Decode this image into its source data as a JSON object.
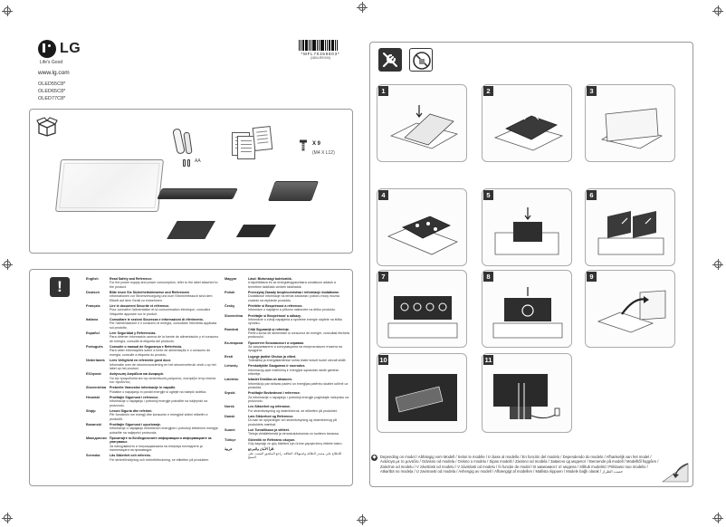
{
  "brand": {
    "name": "LG",
    "tagline": "Life's Good",
    "website": "www.lg.com"
  },
  "models": [
    "OLED55C8*",
    "OLED65C8*",
    "OLED77C8*"
  ],
  "barcode": {
    "number": "*MFL70359803*",
    "sub": "(1804-REV00)"
  },
  "contents": {
    "screw_count": "X 9",
    "screw_spec": "(M4 X L12)",
    "battery_label": "AA"
  },
  "safety": {
    "left_column": [
      {
        "lang": "English",
        "title": "Read Safety and Reference.",
        "body": "For the power supply and power consumption, refer to the label attached to the product."
      },
      {
        "lang": "Deutsch",
        "title": "Bitte lesen Sie Sicherheitshinweise und Referenzen",
        "body": "Informationen zur Stromversorgung und zum Stromverbrauch sind dem Etikett auf dem Gerät zu entnehmen."
      },
      {
        "lang": "Français",
        "title": "Lire le document Sécurité et référence.",
        "body": "Pour connaître l'alimentation et la consommation électrique, consultez l'étiquette apposée sur le produit."
      },
      {
        "lang": "Italiano",
        "title": "Consultare le sezioni Sicurezza e informazioni di riferimento.",
        "body": "Per l'alimentazione e il consumo di energia, consultare l'etichetta applicata sul prodotto."
      },
      {
        "lang": "Español",
        "title": "Leer Seguridad y Referencias.",
        "body": "Para obtener información acerca de la fuente de alimentación y el consumo de energía, consulte la etiqueta del producto."
      },
      {
        "lang": "Português",
        "title": "Consulte o manual de Segurança e Referência.",
        "body": "Para obter informações sobre a fonte de alimentação e o consumo de energia, consulte a etiqueta do produto."
      },
      {
        "lang": "Nederlands",
        "title": "Lees Veiligheid en referentie goed door.",
        "body": "Informatie over de stroomvoorziening en het stroomverbruik vindt u op het label op het product."
      },
      {
        "lang": "Ελληνικά",
        "title": "Ανάγνωση Ασφάλεια και Αναφορά.",
        "body": "Για την τροφοδοσία και την κατανάλωση ρεύματος, ανατρέξτε στην ετικέτα του προϊόντος."
      },
      {
        "lang": "Slovenščina",
        "title": "Preberite Varnostne informacije in napotki.",
        "body": "Podatke o napajanju in porabi energije si oglejte na nalepki izdelka."
      },
      {
        "lang": "Hrvatski",
        "title": "Pročitajte Sigurnost i reference.",
        "body": "Informacije o napajanju i potrošnji energije potražite na naljepnici na proizvodu."
      },
      {
        "lang": "Shqip",
        "title": "Lexoni Siguria dhe referimi.",
        "body": "Për furnizimin me energji dhe konsumin e energjisë shihni etiketën e produktit."
      },
      {
        "lang": "Bosanski",
        "title": "Pročitajte Sigurnost i upućivanje.",
        "body": "Informacije o napajanju električnom energijom i potrošnji električne energije potražite na naljepnici proizvoda."
      },
      {
        "lang": "Македонски",
        "title": "Прочитајте ги Безбедносните информации и информациите за упатување.",
        "body": "За напојувањето и потрошувачката на енергија погледнете ја налепницата на производот."
      },
      {
        "lang": "Svenska",
        "title": "Läs Säkerhet och referens.",
        "body": "För strömförsörjning och strömförbrukning, se etiketten på produkten."
      }
    ],
    "right_column": [
      {
        "lang": "Magyar",
        "title": "Lásd: Biztonsági tudnivalók.",
        "body": "A tápellátásra és az energiafogyasztásra vonatkozó adatok a terméken található címkén találhatók."
      },
      {
        "lang": "Polski",
        "title": "Przeczytaj Zasady bezpieczeństwa i informacje dodatkowe.",
        "body": "Dodatkowe informacje na temat zasilania i poboru mocy można znaleźć na etykiecie produktu."
      },
      {
        "lang": "Česky",
        "title": "Přečtěte si Bezpečnost a reference.",
        "body": "Informace o napájení a příkonu naleznete na štítku produktu."
      },
      {
        "lang": "Slovenčina",
        "title": "Prečítajte si Bezpečnosť a odkazy.",
        "body": "Informácie o zdroji napájania a spotrebe energie nájdete na štítku výrobku."
      },
      {
        "lang": "Română",
        "title": "Citiți Siguranță și referințe.",
        "body": "Pentru sursa de alimentare și consumul de energie, consultați eticheta produsului."
      },
      {
        "lang": "Български",
        "title": "Прочетете Безопасност и справки.",
        "body": "За захранването и консумацията на енергия вижте етикета на продукта."
      },
      {
        "lang": "Eesti",
        "title": "Lugege jaotist Ohutus ja viited.",
        "body": "Toiteallika ja energiatarbimise kohta leiate teavet tootel olevalt sildilt."
      },
      {
        "lang": "Lietuvių",
        "title": "Perskaitykite Saugumas ir nuorodos.",
        "body": "Informaciją apie maitinimą ir energijos sąnaudas rasite gaminio etiketėje."
      },
      {
        "lang": "Latviešu",
        "title": "Izlasiet Drošība un atsauces.",
        "body": "Informāciju par strāvas padevi un enerģijas patēriņu skatiet uzlīmē uz produkta."
      },
      {
        "lang": "Srpski",
        "title": "Pročitajte Bezbednost i reference.",
        "body": "Za informacije o napajanju i potrošnji energije pogledajte nalepnicu na proizvodu."
      },
      {
        "lang": "Norsk",
        "title": "Les Sikkerhet og referanse.",
        "body": "For strømforsyning og strømforbruk, se etiketten på produktet."
      },
      {
        "lang": "Dansk",
        "title": "Læs Sikkerhed og Reference.",
        "body": "Du kan se oplysninger om strømforsyning og strømforbrug på produktets mærkat."
      },
      {
        "lang": "Suomi",
        "title": "Lue Turvallisuus ja viitteet.",
        "body": "Tietoja virtalähteestä ja virrankulutuksesta on tuotteen tarrassa."
      },
      {
        "lang": "Türkçe",
        "title": "Güvenlik ve Referansı okuyun.",
        "body": "Güç kaynağı ve güç tüketimi için ürüne yapıştırılmış etikete bakın."
      },
      {
        "lang": "عربية",
        "title": "اقرأ الأمان والمرجع.",
        "body": "للاطلاع على مصدر الطاقة واستهلاك الطاقة، راجع الملصق المثبت على المنتج."
      }
    ]
  },
  "steps": [
    "1",
    "2",
    "3",
    "4",
    "5",
    "6",
    "7",
    "8",
    "9",
    "10",
    "11"
  ],
  "footer_note": "Depending on model / Abhängig vom Modell / Selon le modèle / In base al modello / En función del modelo / Dependendo do modelo / Afhankelijk van het model / Ανάλογα με το μοντέλο / Odvisno od modela / Ovisno o modelu / Sipas modelit / Zavisno od modela / Зависно од моделот / Beroende på modell / Modelltől függően / Zależnie od modelu / V závislosti od modelu / V závislosti od modelu / În funcție de model / В зависимост от модела / Sõltub mudelist / Priklauso nuo modelio / Atkarībā no modeļa / U zavisnosti od modela / Avhengig av modell / Afhængigt af modellen / Mallista riippuen / Modele bağlı olarak / حسب الطراز"
}
